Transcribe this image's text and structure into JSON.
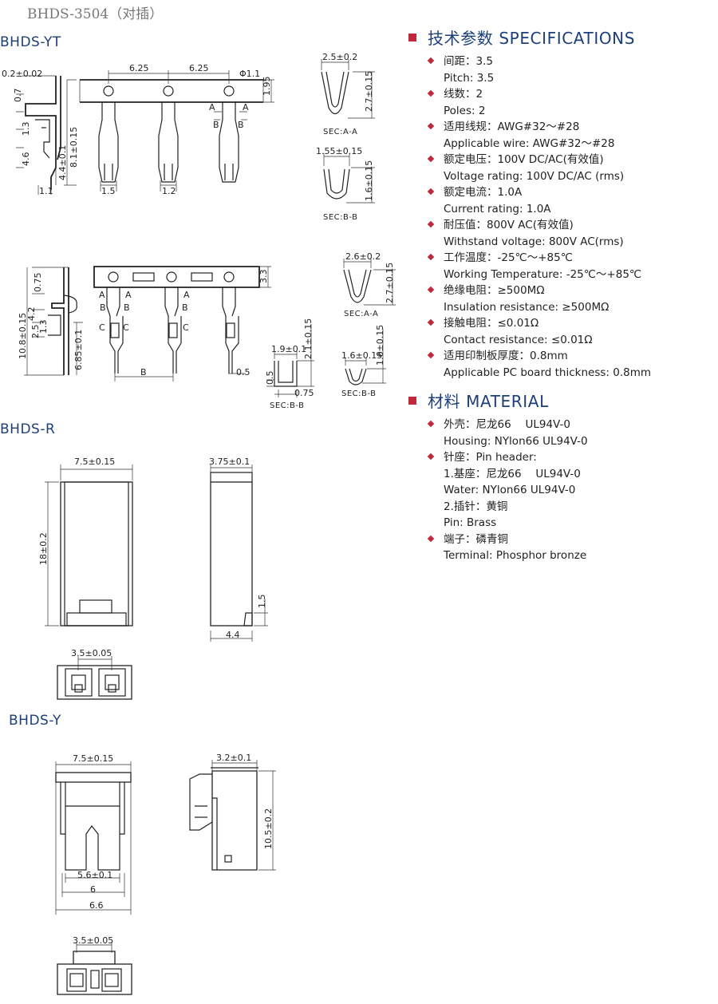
{
  "header": {
    "title": "BHDS-3504（对插）"
  },
  "drawings": {
    "yt": {
      "label": "BHDS-YT",
      "dims": [
        "0.2±0.02",
        "0.7",
        "1.3",
        "4.6",
        "8.1±0.15",
        "4.4±0.1",
        "1.1",
        "6.25",
        "6.25",
        "Φ1.1",
        "1.95",
        "1.5",
        "1.2",
        "A",
        "A",
        "B",
        "B"
      ],
      "sec_aa": {
        "dim1": "2.5±0.2",
        "dim2": "2.7±0.15",
        "caption": "SEC:A-A"
      },
      "sec_bb": {
        "dim1": "1.55±0.15",
        "dim2": "1.6±0.15",
        "caption": "SEC:B-B"
      }
    },
    "yt2": {
      "dims": [
        "0.75",
        "4.2",
        "1.3",
        "2.5",
        "10.8±0.15",
        "6.85±0.1",
        "3.3",
        "B",
        "0.5",
        "A",
        "A",
        "A",
        "B",
        "B",
        "B",
        "C",
        "C",
        "C"
      ],
      "sec_aa": {
        "dim1": "2.6±0.2",
        "dim2": "2.7±0.15",
        "caption": "SEC:A-A"
      },
      "sec_bb": {
        "dim1": "1.9±0.1",
        "dim2": "2.1±0.15",
        "dim3": "0.5",
        "dim4": "0.75",
        "caption": "SEC:B-B"
      },
      "sec_bb2": {
        "dim1": "1.6±0.15",
        "dim2": "1.6±0.15",
        "caption": "SEC:B-B"
      }
    },
    "r": {
      "label": "BHDS-R",
      "dims": [
        "7.5±0.15",
        "18±0.2",
        "3.75±0.1",
        "1.5",
        "4.4",
        "3.5±0.05"
      ]
    },
    "y": {
      "label": "BHDS-Y",
      "dims": [
        "7.5±0.15",
        "3.2±0.1",
        "10.5±0.2",
        "5.6±0.1",
        "6",
        "6.6",
        "3.5±0.05"
      ]
    }
  },
  "specifications": {
    "heading": "技术参数 SPECIFICATIONS",
    "items": [
      {
        "cn": "间距：3.5",
        "en": "Pitch: 3.5"
      },
      {
        "cn": "线数：2",
        "en": "Poles: 2"
      },
      {
        "cn": "适用线规：AWG#32～#28",
        "en": "Applicable wire: AWG#32～#28"
      },
      {
        "cn": "额定电压：100V DC/AC(有效值)",
        "en": "Voltage rating: 100V DC/AC (rms)"
      },
      {
        "cn": "额定电流：1.0A",
        "en": "Current rating: 1.0A"
      },
      {
        "cn": "耐压值：800V AC(有效值)",
        "en": "Withstand voltage: 800V AC(rms)"
      },
      {
        "cn": "工作温度：-25℃～+85℃",
        "en": "Working Temperature: -25℃～+85℃"
      },
      {
        "cn": "绝缘电阻：≥500MΩ",
        "en": "Insulation resistance: ≥500MΩ"
      },
      {
        "cn": "接触电阻：≤0.01Ω",
        "en": "Contact resistance: ≤0.01Ω"
      },
      {
        "cn": "适用印制板厚度：0.8mm",
        "en": "Applicable PC board thickness: 0.8mm"
      }
    ]
  },
  "material": {
    "heading": "材料 MATERIAL",
    "items": [
      {
        "lines": [
          "外壳：尼龙66　 UL94V-0",
          "Housing:  NYlon66   UL94V-0"
        ]
      },
      {
        "lines": [
          "针座：Pin header:",
          "1.基座：尼龙66　 UL94V-0",
          "Water:  NYlon66   UL94V-0",
          "2.插针：黄铜",
          "Pin:  Brass"
        ]
      },
      {
        "lines": [
          "端子：磷青铜",
          "Terminal:     Phosphor bronze"
        ]
      }
    ]
  }
}
